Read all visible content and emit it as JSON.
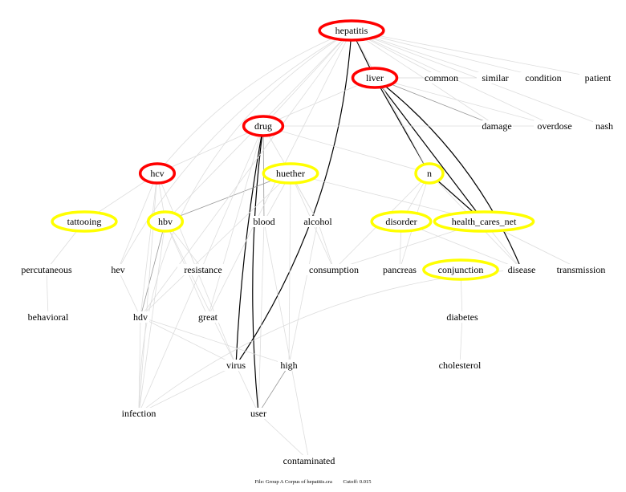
{
  "title": "hepatitis concept graph",
  "colors": {
    "primary": "#ff0000",
    "secondary": "#ffff00",
    "strong_edge": "#000000",
    "medium_edge": "#999999",
    "weak_edge": "#dddddd"
  },
  "nodes": [
    {
      "id": "hepatitis",
      "label": "hepatitis",
      "ring": "primary"
    },
    {
      "id": "liver",
      "label": "liver",
      "ring": "primary"
    },
    {
      "id": "common",
      "label": "common"
    },
    {
      "id": "similar",
      "label": "similar"
    },
    {
      "id": "condition",
      "label": "condition"
    },
    {
      "id": "patient",
      "label": "patient"
    },
    {
      "id": "drug",
      "label": "drug",
      "ring": "primary"
    },
    {
      "id": "damage",
      "label": "damage"
    },
    {
      "id": "overdose",
      "label": "overdose"
    },
    {
      "id": "nash",
      "label": "nash"
    },
    {
      "id": "hcv",
      "label": "hcv",
      "ring": "primary"
    },
    {
      "id": "huether",
      "label": "huether",
      "ring": "secondary"
    },
    {
      "id": "n",
      "label": "n",
      "ring": "secondary"
    },
    {
      "id": "tattooing",
      "label": "tattooing",
      "ring": "secondary"
    },
    {
      "id": "hbv",
      "label": "hbv",
      "ring": "secondary"
    },
    {
      "id": "blood",
      "label": "blood"
    },
    {
      "id": "alcohol",
      "label": "alcohol"
    },
    {
      "id": "disorder",
      "label": "disorder",
      "ring": "secondary"
    },
    {
      "id": "health_cares_net",
      "label": "health_cares_net",
      "ring": "secondary"
    },
    {
      "id": "percutaneous",
      "label": "percutaneous"
    },
    {
      "id": "hev",
      "label": "hev"
    },
    {
      "id": "resistance",
      "label": "resistance"
    },
    {
      "id": "consumption",
      "label": "consumption"
    },
    {
      "id": "pancreas",
      "label": "pancreas"
    },
    {
      "id": "conjunction",
      "label": "conjunction",
      "ring": "secondary"
    },
    {
      "id": "disease",
      "label": "disease"
    },
    {
      "id": "transmission",
      "label": "transmission"
    },
    {
      "id": "behavioral",
      "label": "behavioral"
    },
    {
      "id": "hdv",
      "label": "hdv"
    },
    {
      "id": "great",
      "label": "great"
    },
    {
      "id": "diabetes",
      "label": "diabetes"
    },
    {
      "id": "virus",
      "label": "virus"
    },
    {
      "id": "high",
      "label": "high"
    },
    {
      "id": "cholesterol",
      "label": "cholesterol"
    },
    {
      "id": "infection",
      "label": "infection"
    },
    {
      "id": "user",
      "label": "user"
    },
    {
      "id": "contaminated",
      "label": "contaminated"
    }
  ],
  "edges": [
    [
      "hepatitis",
      "liver",
      "strong"
    ],
    [
      "hepatitis",
      "virus",
      "strong"
    ],
    [
      "drug",
      "virus",
      "strong"
    ],
    [
      "drug",
      "user",
      "strong"
    ],
    [
      "liver",
      "n",
      "strong"
    ],
    [
      "liver",
      "health_cares_net",
      "strong"
    ],
    [
      "liver",
      "disease",
      "strong"
    ],
    [
      "n",
      "health_cares_net",
      "strong"
    ],
    [
      "huether",
      "hbv",
      "medium"
    ],
    [
      "drug",
      "blood",
      "medium"
    ],
    [
      "hbv",
      "hdv",
      "medium"
    ],
    [
      "liver",
      "damage",
      "medium"
    ],
    [
      "user",
      "high",
      "medium"
    ],
    [
      "hepatitis",
      "common",
      "weak"
    ],
    [
      "hepatitis",
      "similar",
      "weak"
    ],
    [
      "hepatitis",
      "condition",
      "weak"
    ],
    [
      "hepatitis",
      "patient",
      "weak"
    ],
    [
      "hepatitis",
      "drug",
      "weak"
    ],
    [
      "hepatitis",
      "hcv",
      "weak"
    ],
    [
      "hepatitis",
      "hbv",
      "weak"
    ],
    [
      "hepatitis",
      "hev",
      "weak"
    ],
    [
      "hepatitis",
      "infection",
      "weak"
    ],
    [
      "hepatitis",
      "hdv",
      "weak"
    ],
    [
      "hepatitis",
      "overdose",
      "weak"
    ],
    [
      "hepatitis",
      "nash",
      "weak"
    ],
    [
      "hepatitis",
      "n",
      "weak"
    ],
    [
      "hepatitis",
      "great",
      "weak"
    ],
    [
      "hepatitis",
      "damage",
      "weak"
    ],
    [
      "liver",
      "drug",
      "weak"
    ],
    [
      "liver",
      "overdose",
      "weak"
    ],
    [
      "liver",
      "common",
      "weak"
    ],
    [
      "drug",
      "hcv",
      "weak"
    ],
    [
      "drug",
      "n",
      "weak"
    ],
    [
      "drug",
      "overdose",
      "weak"
    ],
    [
      "drug",
      "alcohol",
      "weak"
    ],
    [
      "drug",
      "great",
      "weak"
    ],
    [
      "drug",
      "infection",
      "weak"
    ],
    [
      "hcv",
      "tattooing",
      "weak"
    ],
    [
      "hcv",
      "hbv",
      "weak"
    ],
    [
      "hcv",
      "hev",
      "weak"
    ],
    [
      "hcv",
      "hdv",
      "weak"
    ],
    [
      "hcv",
      "virus",
      "weak"
    ],
    [
      "hcv",
      "infection",
      "weak"
    ],
    [
      "huether",
      "blood",
      "weak"
    ],
    [
      "huether",
      "alcohol",
      "weak"
    ],
    [
      "huether",
      "consumption",
      "weak"
    ],
    [
      "huether",
      "high",
      "weak"
    ],
    [
      "huether",
      "health_cares_net",
      "weak"
    ],
    [
      "huether",
      "hdv",
      "weak"
    ],
    [
      "n",
      "disorder",
      "weak"
    ],
    [
      "n",
      "pancreas",
      "weak"
    ],
    [
      "n",
      "disease",
      "weak"
    ],
    [
      "n",
      "consumption",
      "weak"
    ],
    [
      "tattooing",
      "percutaneous",
      "weak"
    ],
    [
      "hbv",
      "resistance",
      "weak"
    ],
    [
      "hbv",
      "virus",
      "weak"
    ],
    [
      "hbv",
      "infection",
      "weak"
    ],
    [
      "hbv",
      "great",
      "weak"
    ],
    [
      "blood",
      "contaminated",
      "weak"
    ],
    [
      "blood",
      "user",
      "weak"
    ],
    [
      "alcohol",
      "consumption",
      "weak"
    ],
    [
      "alcohol",
      "high",
      "weak"
    ],
    [
      "disorder",
      "pancreas",
      "weak"
    ],
    [
      "disorder",
      "disease",
      "weak"
    ],
    [
      "health_cares_net",
      "disease",
      "weak"
    ],
    [
      "health_cares_net",
      "transmission",
      "weak"
    ],
    [
      "health_cares_net",
      "consumption",
      "weak"
    ],
    [
      "percutaneous",
      "behavioral",
      "weak"
    ],
    [
      "hev",
      "hdv",
      "weak"
    ],
    [
      "hdv",
      "virus",
      "weak"
    ],
    [
      "hdv",
      "infection",
      "weak"
    ],
    [
      "hdv",
      "high",
      "weak"
    ],
    [
      "conjunction",
      "diabetes",
      "weak"
    ],
    [
      "diabetes",
      "cholesterol",
      "weak"
    ],
    [
      "virus",
      "infection",
      "weak"
    ],
    [
      "virus",
      "user",
      "weak"
    ],
    [
      "user",
      "contaminated",
      "weak"
    ],
    [
      "infection",
      "disease",
      "weak"
    ],
    [
      "liver",
      "similar",
      "weak"
    ]
  ],
  "footer": {
    "file": "File: Group A Corpus of hepatitis.cra",
    "cutoff": "Cutoff: 0.015"
  }
}
